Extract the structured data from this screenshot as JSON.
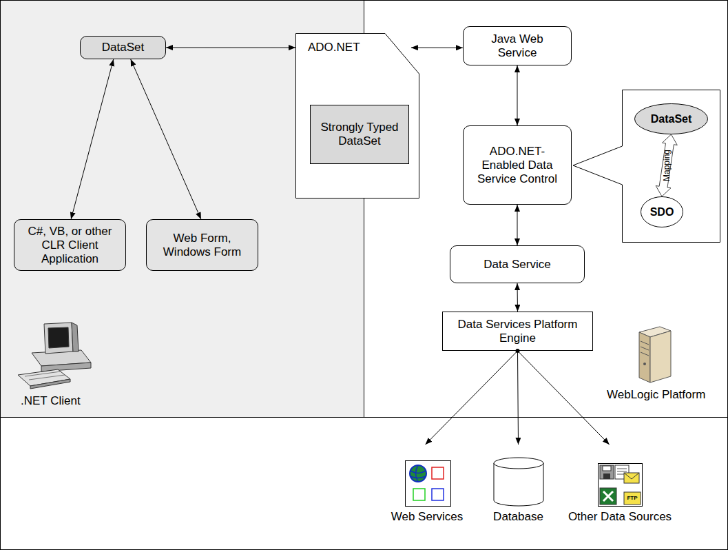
{
  "diagram": {
    "nodes": [
      {
        "text": [
          "DataSet"
        ]
      },
      {
        "text": [
          "ADO.NET"
        ]
      },
      {
        "text": [
          "Strongly Typed DataSet"
        ],
        "in": 1
      },
      {
        "text": [
          "Java Web Service"
        ]
      },
      {
        "text": [
          "ADO.NET- Enabled Data Service Control"
        ]
      },
      {
        "text": [
          "DataSet"
        ]
      },
      {
        "text": [
          "SDO"
        ]
      },
      {
        "text": [
          "C#, VB, or other CLR Client Application"
        ]
      },
      {
        "text": [
          "Web Form, Windows Form"
        ]
      },
      {
        "text": [
          "Data Service"
        ]
      },
      {
        "text": [
          "Data Services Platform Engine"
        ]
      },
      {
        "text": [
          "Web Services"
        ]
      },
      {
        "text": [
          "Database"
        ]
      },
      {
        "text": [
          "Other Data Sources"
        ]
      }
    ],
    "edges": [
      {
        "from": 0,
        "to": 1,
        "arrow": "both"
      },
      {
        "from": 1,
        "to": 3,
        "arrow": "both"
      },
      {
        "from": 0,
        "to": 7,
        "arrow": "both"
      },
      {
        "from": 0,
        "to": 8,
        "arrow": "both"
      },
      {
        "from": 3,
        "to": 4,
        "arrow": "both"
      },
      {
        "from": 4,
        "to": 9,
        "arrow": "both"
      },
      {
        "from": 9,
        "to": 10,
        "arrow": "both"
      },
      {
        "from": 10,
        "to": 11,
        "arrow": "to"
      },
      {
        "from": 10,
        "to": 12,
        "arrow": "to"
      },
      {
        "from": 10,
        "to": 13,
        "arrow": "to"
      },
      {
        "from": 5,
        "to": 6,
        "label": "Mapping",
        "arrow": "both"
      }
    ],
    "labels": [
      ".NET Client",
      "WebLogic Platform",
      "FTP"
    ]
  }
}
